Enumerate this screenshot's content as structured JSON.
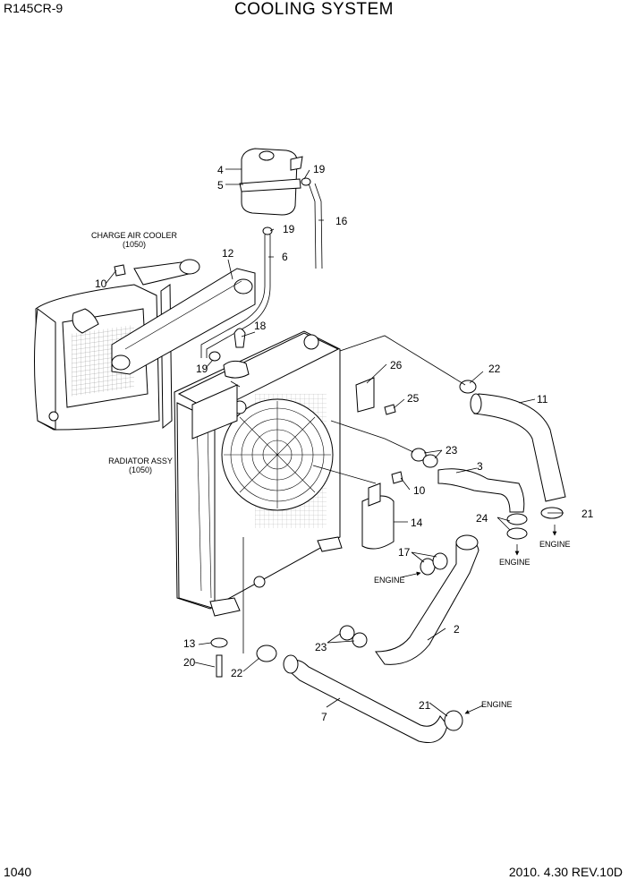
{
  "header": {
    "model": "R145CR-9",
    "title": "COOLING SYSTEM"
  },
  "footer": {
    "page": "1040",
    "revision": "2010. 4.30  REV.10D"
  },
  "notes": {
    "charge_air_cooler": "CHARGE AIR COOLER",
    "charge_air_cooler_ref": "(1050)",
    "radiator_assy": "RADIATOR ASSY",
    "radiator_assy_ref": "(1050)",
    "engine": "ENGINE"
  },
  "callouts": {
    "c1": "4",
    "c2": "5",
    "c3": "19",
    "c4": "16",
    "c5": "19",
    "c6": "6",
    "c7": "12",
    "c8": "10",
    "c9": "18",
    "c10": "19",
    "c11": "26",
    "c12": "22",
    "c13": "25",
    "c14": "11",
    "c15": "23",
    "c16": "3",
    "c17": "10",
    "c18": "14",
    "c19": "24",
    "c20": "21",
    "c21": "17",
    "c22": "2",
    "c23": "13",
    "c24": "20",
    "c25": "23",
    "c26": "22",
    "c27": "7",
    "c28": "21"
  }
}
